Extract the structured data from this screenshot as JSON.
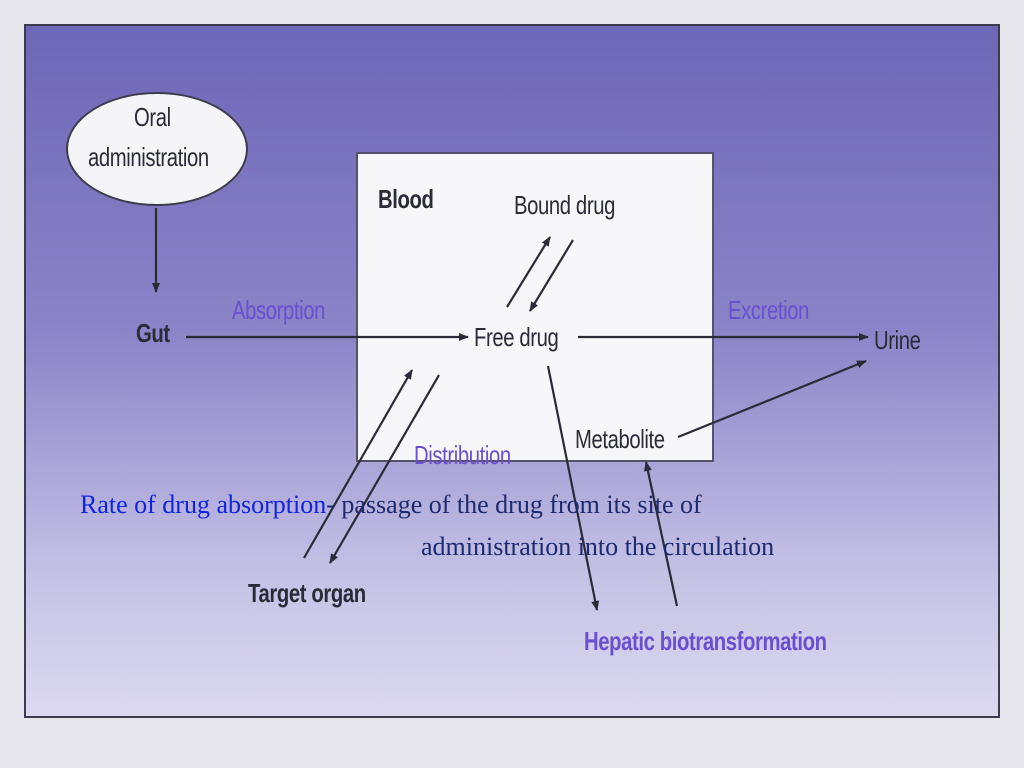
{
  "diagram": {
    "oral_administration_line1": "Oral",
    "oral_administration_line2": "administration",
    "blood": "Blood",
    "bound_drug": "Bound drug",
    "gut": "Gut",
    "absorption": "Absorption",
    "free_drug": "Free drug",
    "excretion": "Excretion",
    "urine": "Urine",
    "metabolite": "Metabolite",
    "distribution": "Distribution",
    "target_organ": "Target organ",
    "hepatic_biotransformation": "Hepatic biotransformation"
  },
  "caption": {
    "term": "Rate of drug absorption",
    "definition_line1": "- passage of the drug from its site of",
    "definition_line2": "administration into the circulation"
  },
  "colors": {
    "background": "#7a72c0",
    "label_purple": "#6a4fd0",
    "caption_blue": "#1024e0"
  }
}
